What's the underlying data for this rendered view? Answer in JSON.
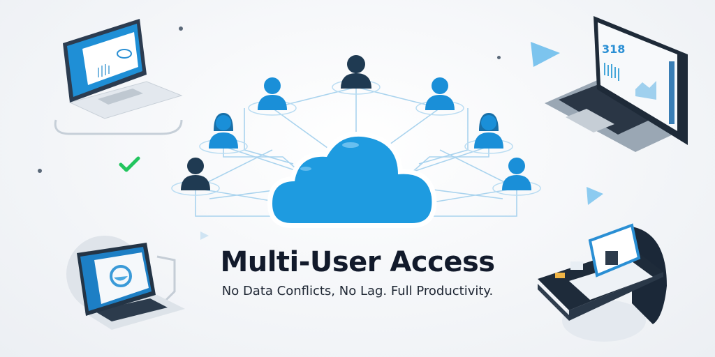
{
  "headline": {
    "title": "Multi-User Access",
    "subtitle": "No Data Conflicts, No Lag. Full Productivity."
  },
  "network": {
    "center": "cloud-icon",
    "users": [
      {
        "position": "top-center",
        "color": "#1f3a52"
      },
      {
        "position": "upper-left",
        "color": "#1a8fd8"
      },
      {
        "position": "upper-right",
        "color": "#1a8fd8"
      },
      {
        "position": "mid-left",
        "color": "#1a8fd8",
        "style": "female"
      },
      {
        "position": "mid-right",
        "color": "#1a8fd8",
        "style": "female"
      },
      {
        "position": "lower-left",
        "color": "#1f3a52"
      },
      {
        "position": "lower-right",
        "color": "#1a8fd8"
      }
    ],
    "line_color": "#a9d3ee",
    "cloud_color": "#1e9be0"
  },
  "devices": {
    "top_right_screen_value": "318"
  },
  "colors": {
    "accent": "#1e9be0",
    "dark": "#1f3a52",
    "check": "#22c55e",
    "triangle": "#7cc4ee"
  }
}
